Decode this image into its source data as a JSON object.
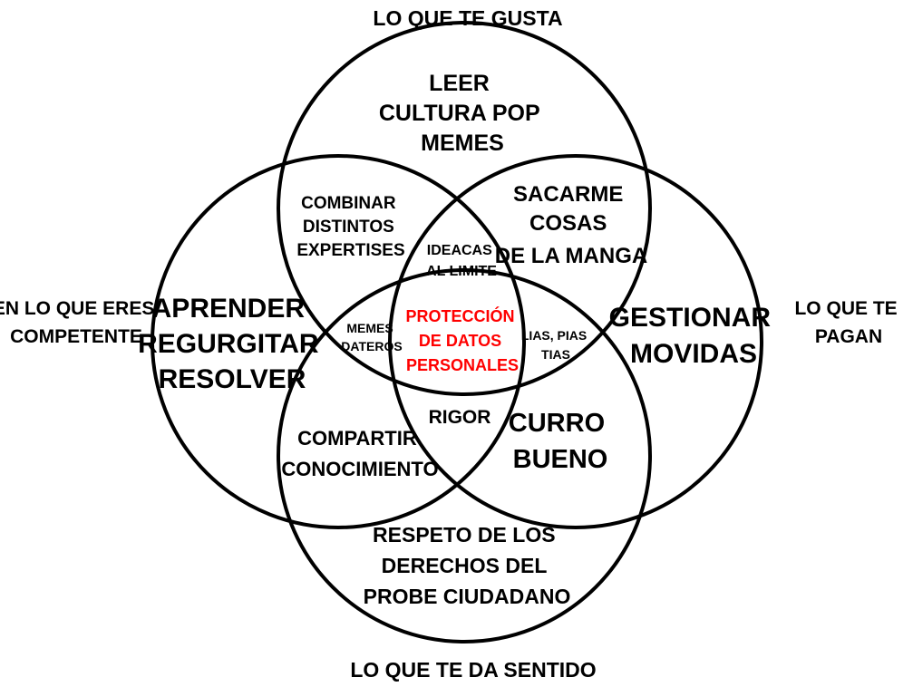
{
  "circle_labels": {
    "top": "LO QUE TE GUSTA",
    "left": [
      "EN LO QUE ERES",
      "COMPETENTE"
    ],
    "right": [
      "LO QUE TE",
      "PAGAN"
    ],
    "bottom": "LO QUE TE DA SENTIDO"
  },
  "regions": {
    "top_only": [
      "LEER",
      "CULTURA POP",
      "MEMES"
    ],
    "left_only": [
      "APRENDER",
      "REGURGITAR",
      "RESOLVER"
    ],
    "right_only": [
      "GESTIONAR",
      "MOVIDAS"
    ],
    "bottom_only": [
      "RESPETO DE LOS",
      "DERECHOS DEL",
      "PROBE CIUDADANO"
    ],
    "top_left": [
      "COMBINAR",
      "DISTINTOS",
      "EXPERTISES"
    ],
    "top_right": [
      "SACARME",
      "COSAS",
      "DE LA MANGA"
    ],
    "top_left_right": [
      "IDEACAS",
      "AL LIMITE"
    ],
    "left_bottom": [
      "COMPARTIR",
      "CONOCIMIENTO"
    ],
    "right_bottom": [
      "CURRO",
      "BUENO"
    ],
    "left_bottom_right": [
      "RIGOR"
    ],
    "top_left_bottom": [
      "MEMES",
      "DATEROS"
    ],
    "top_right_bottom": [
      "LIAS, PIAS",
      "TIAS"
    ],
    "center": [
      "PROTECCIÓN",
      "DE DATOS",
      "PERSONALES"
    ]
  },
  "colors": {
    "outline": "#000000",
    "text": "#000000",
    "center_text": "#ff0000",
    "background": "#ffffff"
  }
}
